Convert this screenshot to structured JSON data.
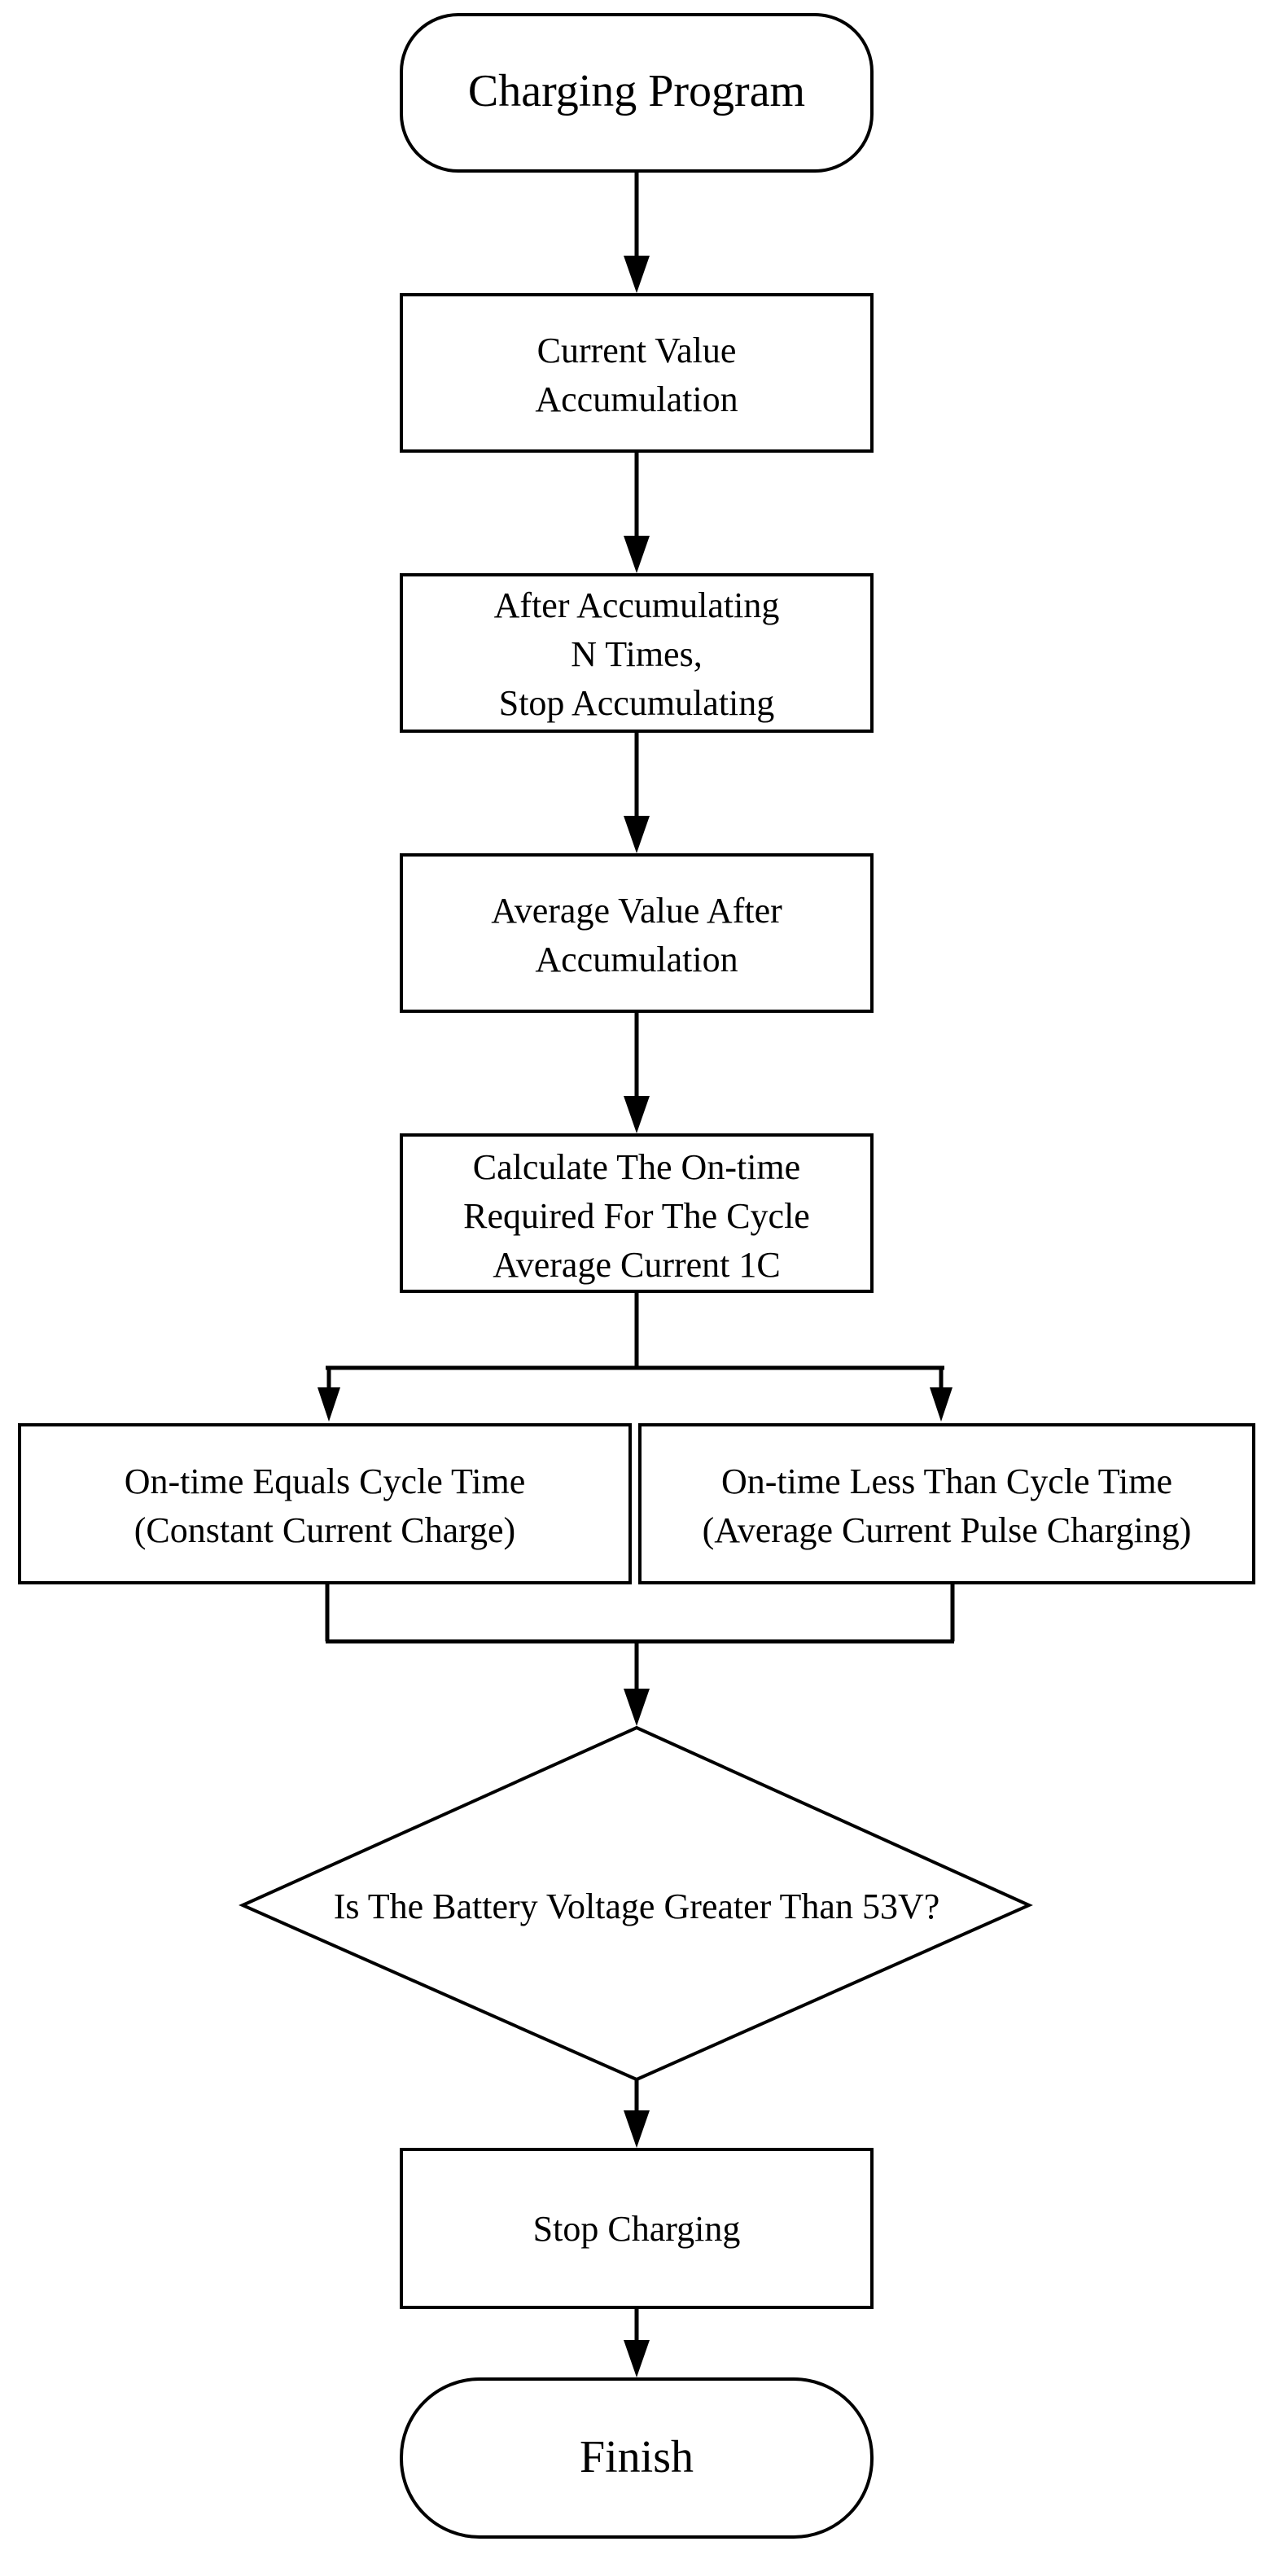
{
  "flowchart": {
    "start": {
      "label": "Charging Program"
    },
    "steps": [
      {
        "lines": [
          "Current Value",
          "Accumulation"
        ]
      },
      {
        "lines": [
          "After Accumulating",
          "N Times,",
          "Stop Accumulating"
        ]
      },
      {
        "lines": [
          "Average Value After",
          "Accumulation"
        ]
      },
      {
        "lines": [
          "Calculate The On-time",
          "Required For The Cycle",
          "Average Current 1C"
        ]
      }
    ],
    "branches": {
      "left": {
        "lines": [
          "On-time Equals Cycle Time",
          "(Constant Current Charge)"
        ]
      },
      "right": {
        "lines": [
          "On-time Less Than Cycle Time",
          "(Average Current Pulse Charging)"
        ]
      }
    },
    "decision": {
      "label": "Is The Battery Voltage Greater Than 53V?"
    },
    "stop": {
      "label": "Stop Charging"
    },
    "end": {
      "label": "Finish"
    }
  }
}
